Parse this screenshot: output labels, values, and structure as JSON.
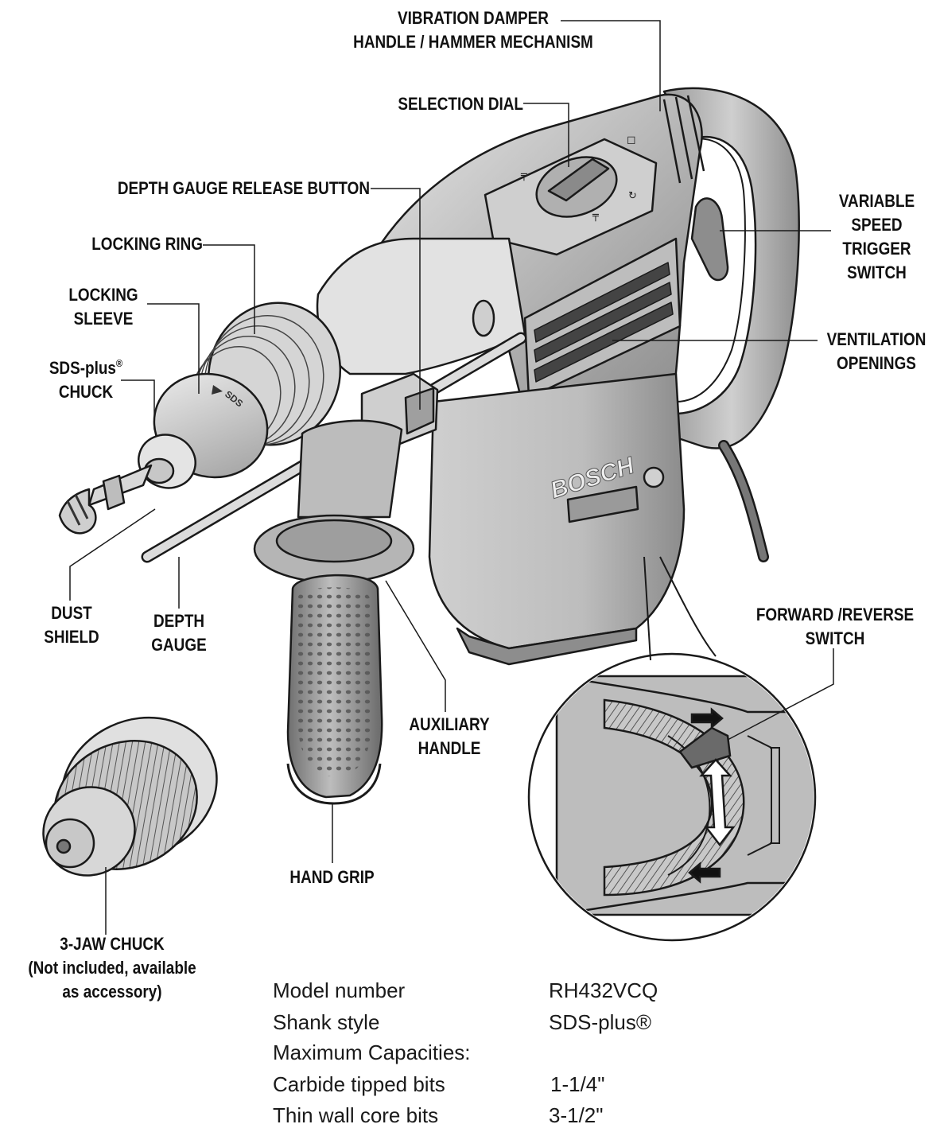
{
  "labels": {
    "vibration_damper": [
      "VIBRATION DAMPER",
      "HANDLE / HAMMER MECHANISM"
    ],
    "selection_dial": "SELECTION DIAL",
    "depth_gauge_release": "DEPTH GAUGE RELEASE BUTTON",
    "locking_ring": "LOCKING RING",
    "locking_sleeve": [
      "LOCKING",
      "SLEEVE"
    ],
    "sds_chuck": [
      "SDS-plus",
      "CHUCK"
    ],
    "sds_reg_mark": "®",
    "variable_speed": [
      "VARIABLE",
      "SPEED",
      "TRIGGER",
      "SWITCH"
    ],
    "ventilation": [
      "VENTILATION",
      "OPENINGS"
    ],
    "dust_shield": [
      "DUST",
      "SHIELD"
    ],
    "depth_gauge": [
      "DEPTH",
      "GAUGE"
    ],
    "forward_reverse": [
      "FORWARD /REVERSE",
      "SWITCH"
    ],
    "auxiliary_handle": [
      "AUXILIARY",
      "HANDLE"
    ],
    "hand_grip": "HAND GRIP",
    "three_jaw_chuck": [
      "3-JAW CHUCK",
      "(Not included, available",
      "as accessory)"
    ]
  },
  "brand": "BOSCH",
  "chuck_marking": "SDS",
  "specs": [
    {
      "label": "Model number",
      "value": "RH432VCQ"
    },
    {
      "label": "Shank style",
      "value": "SDS-plus®"
    },
    {
      "label": "Maximum Capacities:",
      "value": ""
    },
    {
      "label": "Carbide tipped bits",
      "value": "1-1/4\""
    },
    {
      "label": "Thin wall core bits",
      "value": "3-1/2\""
    }
  ],
  "colors": {
    "body_light": "#d8d8d8",
    "body_mid": "#a9a9a9",
    "body_dark": "#6e6e6e",
    "outline": "#1a1a1a"
  }
}
